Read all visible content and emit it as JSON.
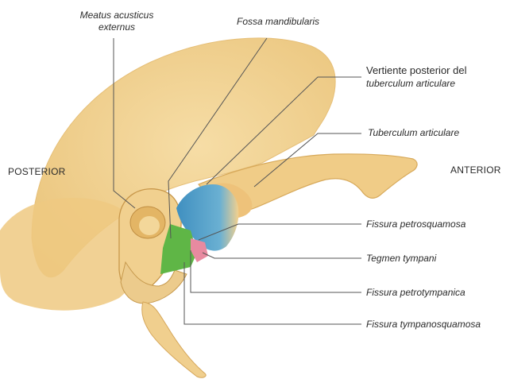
{
  "labels": {
    "posterior": "POSTERIOR",
    "anterior": "ANTERIOR",
    "meatus_line1": "Meatus acusticus",
    "meatus_line2": "externus",
    "fossa": "Fossa mandibularis",
    "vertiente_line1": "Vertiente posterior del",
    "vertiente_line2": "tuberculum articulare",
    "tuberculum": "Tuberculum articulare",
    "fissura_petrosquamosa": "Fissura petrosquamosa",
    "tegmen": "Tegmen tympani",
    "fissura_petrotympanica": "Fissura petrotympanica",
    "fissura_tympanosquamosa": "Fissura tympanosquamosa"
  },
  "colors": {
    "bone": "#f2d08e",
    "bone_shadow": "#e3b867",
    "bone_outline": "#d4a456",
    "fossa_blue": "#4a9ac4",
    "tympanic_green": "#5fb646",
    "tegmen_pink": "#e88aa0",
    "leader_line": "#555555"
  }
}
